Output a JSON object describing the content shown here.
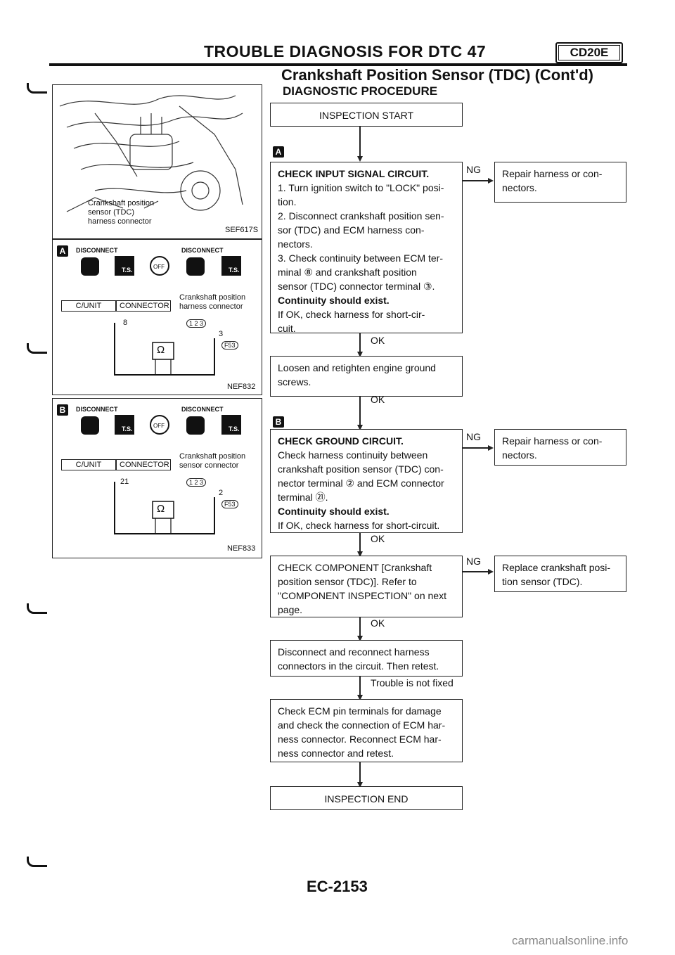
{
  "header": {
    "title": "TROUBLE DIAGNOSIS FOR DTC 47",
    "badge": "CD20E",
    "section_title": "Crankshaft Position Sensor (TDC) (Cont'd)",
    "sub_title": "DIAGNOSTIC PROCEDURE"
  },
  "figures": {
    "engine": {
      "label1": "Crankshaft position",
      "label2": "sensor (TDC)",
      "label3": "harness connector",
      "code": "SEF617S"
    },
    "fig_a": {
      "letter": "A",
      "disconnect1": "DISCONNECT",
      "disconnect2": "DISCONNECT",
      "cunit": "C/UNIT",
      "connector": "CONNECTOR",
      "harness_label1": "Crankshaft position",
      "harness_label2": "harness connector",
      "pin_left": "8",
      "pin_right": "3",
      "pins": "1 2 3",
      "connector_code": "F53",
      "ohm": "Ω",
      "code": "NEF832"
    },
    "fig_b": {
      "letter": "B",
      "disconnect1": "DISCONNECT",
      "disconnect2": "DISCONNECT",
      "cunit": "C/UNIT",
      "connector": "CONNECTOR",
      "harness_label1": "Crankshaft position",
      "harness_label2": "sensor connector",
      "pin_left": "21",
      "pin_right": "2",
      "pins": "1 2 3",
      "connector_code": "F53",
      "ohm": "Ω",
      "code": "NEF833"
    }
  },
  "flow": {
    "start": "INSPECTION START",
    "marker_a": "A",
    "marker_b": "B",
    "step1": {
      "title": "CHECK INPUT SIGNAL CIRCUIT.",
      "body": "1. Turn ignition switch to \"LOCK\" posi-\n    tion.\n2. Disconnect crankshaft position sen-\n    sor (TDC) and ECM harness con-\n    nectors.\n3. Check continuity between ECM ter-\n    minal ⑧ and crankshaft position\n    sensor (TDC) connector terminal ③.",
      "bold": "Continuity should exist.",
      "tail": "If OK, check harness for short-cir-\ncuit."
    },
    "ng1": "NG",
    "ng1_box": "Repair harness or con-\nnectors.",
    "ok1": "OK",
    "step2": "Loosen and retighten engine ground\nscrews.",
    "ok2": "OK",
    "step3": {
      "title": "CHECK GROUND CIRCUIT.",
      "body": "Check harness continuity between\ncrankshaft position sensor (TDC) con-\nnector terminal ② and ECM connector\nterminal ㉑.",
      "bold": "Continuity should exist.",
      "tail": "If OK, check harness for short-circuit."
    },
    "ng3": "NG",
    "ng3_box": "Repair harness or con-\nnectors.",
    "ok3": "OK",
    "step4": "CHECK COMPONENT\n[Crankshaft position sensor (TDC)].\nRefer to \"COMPONENT INSPECTION\"\non next page.",
    "ng4": "NG",
    "ng4_box": "Replace crankshaft posi-\ntion sensor (TDC).",
    "ok4": "OK",
    "step5": "Disconnect and reconnect harness\nconnectors in the circuit. Then retest.",
    "trouble": "Trouble is not fixed",
    "step6": "Check ECM pin terminals for damage\nand check the connection of ECM har-\nness connector. Reconnect ECM har-\nness connector and retest.",
    "end": "INSPECTION END"
  },
  "footer": {
    "page": "EC-2153",
    "watermark": "carmanualsonline.info"
  }
}
